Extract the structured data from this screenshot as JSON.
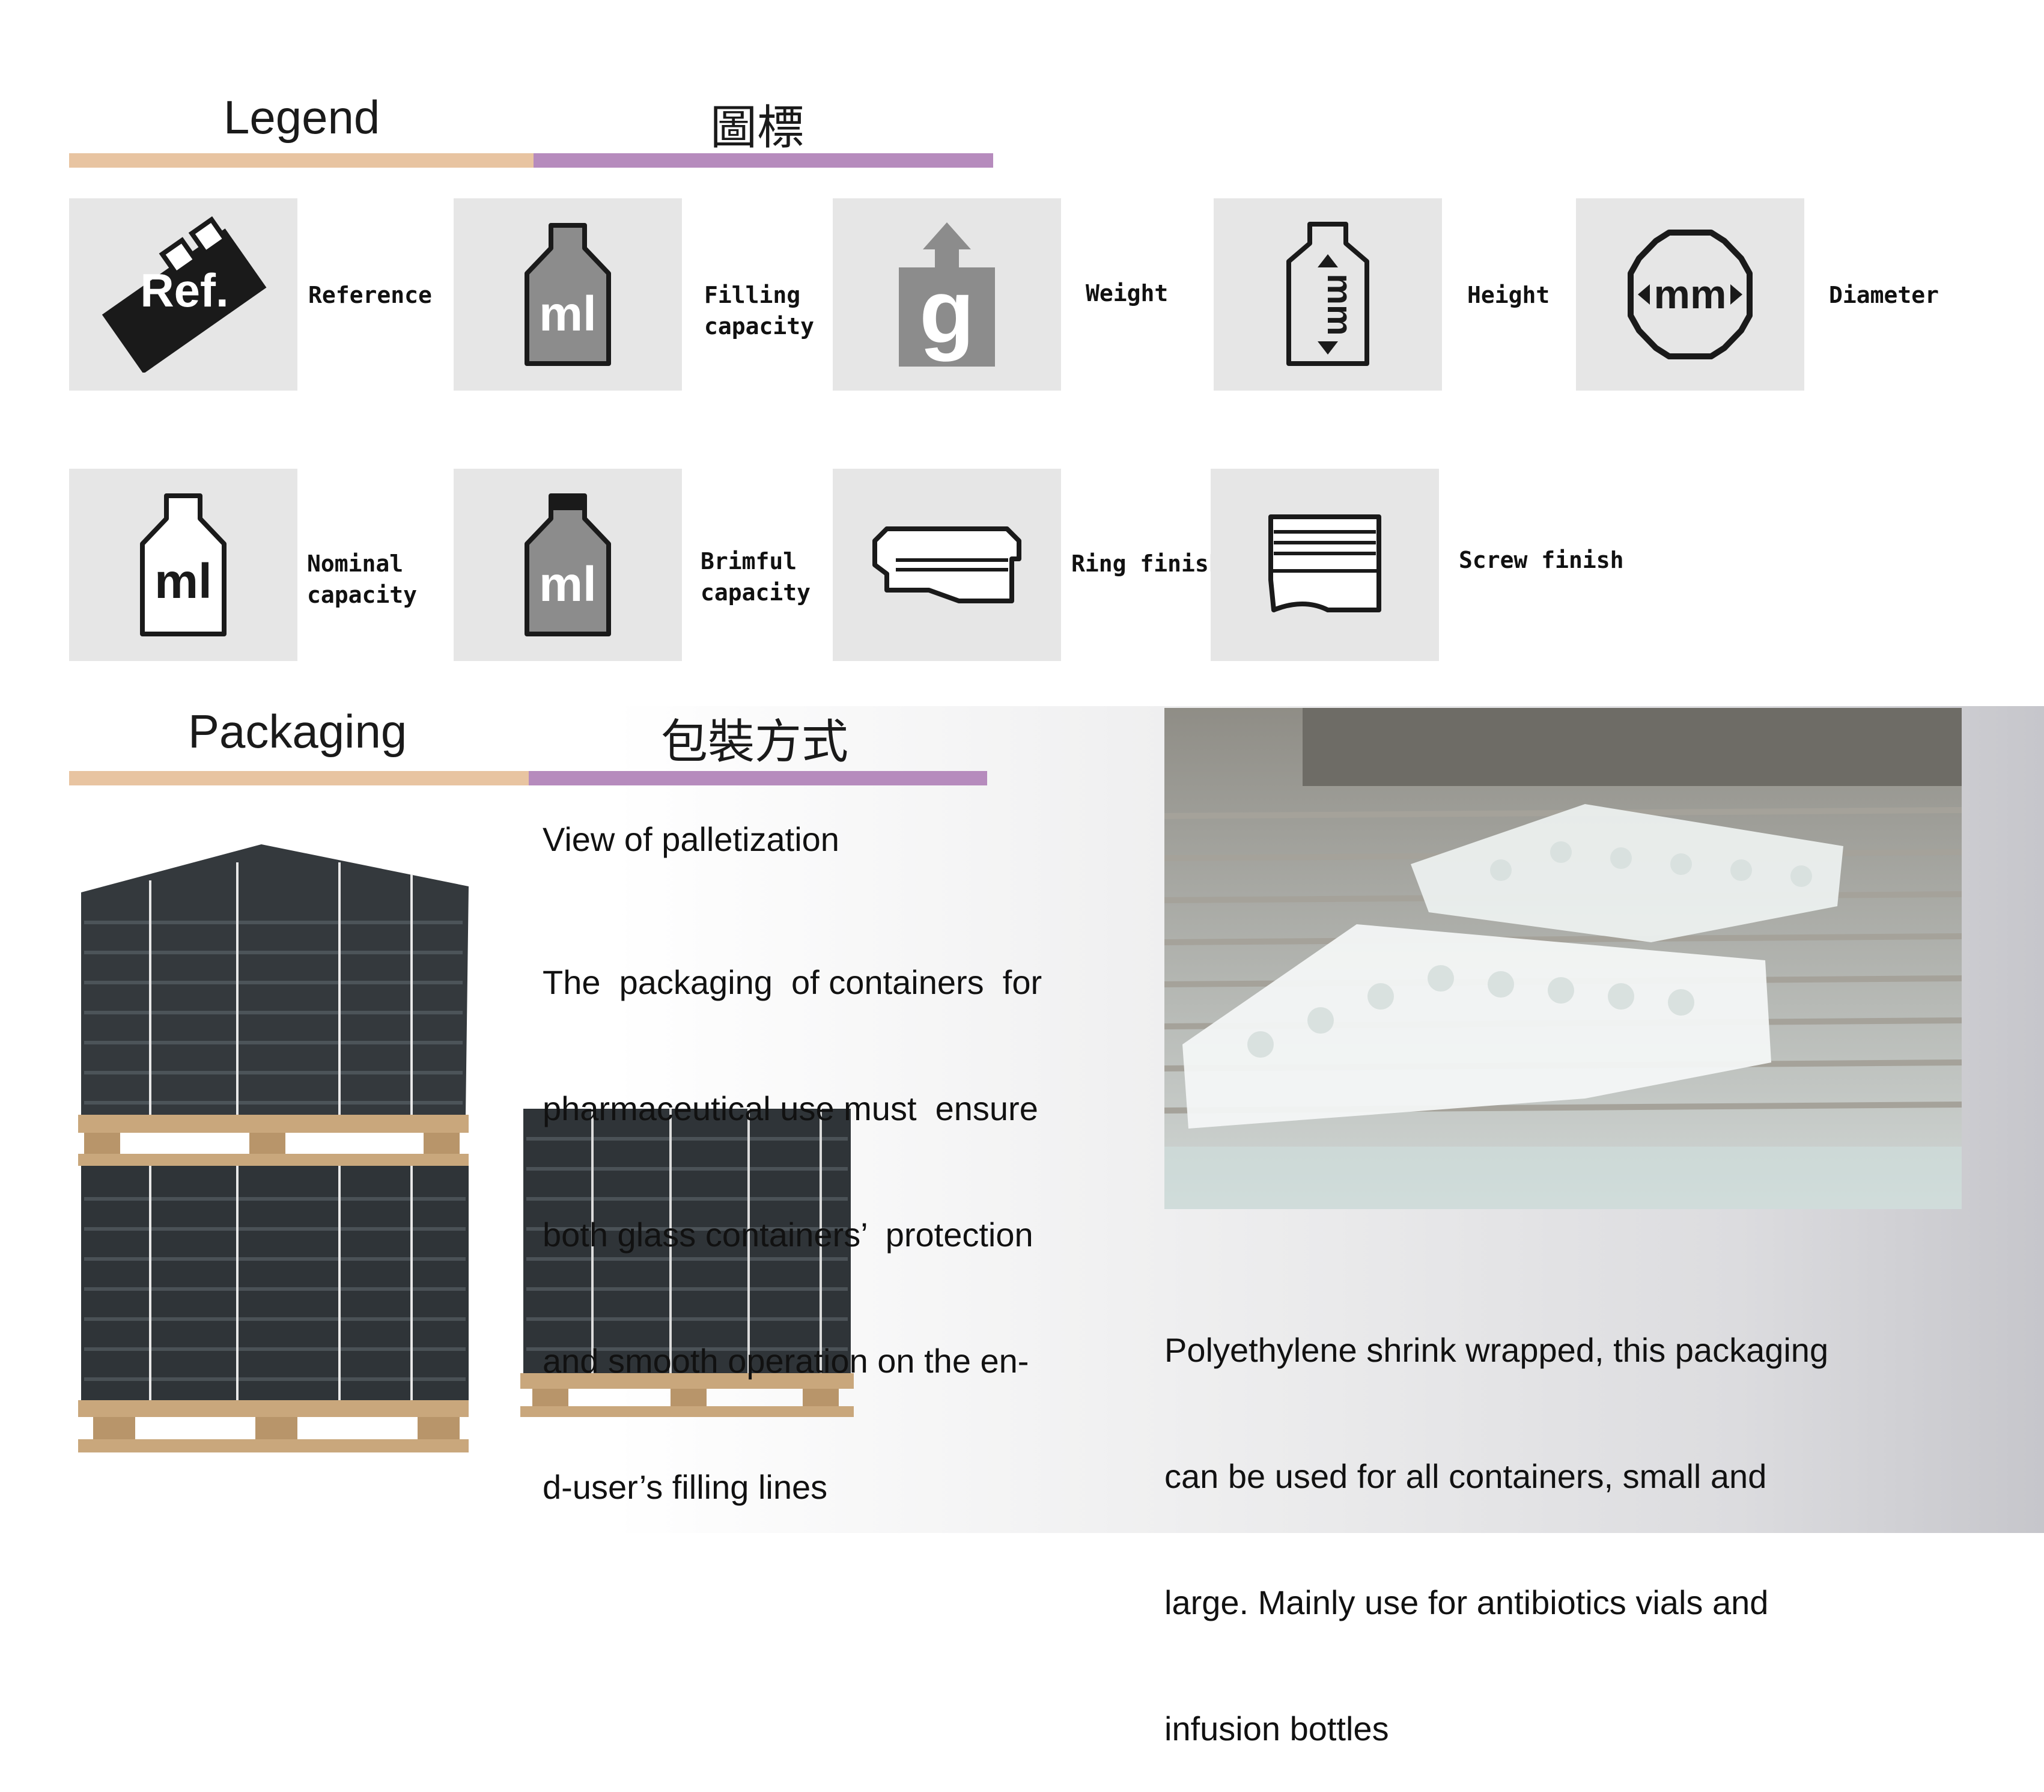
{
  "legend": {
    "title_en": "Legend",
    "title_zh": "圖標",
    "items": [
      {
        "label_lines": [
          "Reference"
        ],
        "icon": "reference-icon",
        "icon_text": "Ref."
      },
      {
        "label_lines": [
          "Filling",
          "capacity"
        ],
        "icon": "filling-capacity-icon",
        "icon_text": "ml"
      },
      {
        "label_lines": [
          "Weight"
        ],
        "icon": "weight-icon",
        "icon_text": "g"
      },
      {
        "label_lines": [
          "Height"
        ],
        "icon": "height-icon"
      },
      {
        "label_lines": [
          "Diameter"
        ],
        "icon": "diameter-icon",
        "icon_text": "mm"
      },
      {
        "label_lines": [
          "Nominal",
          "capacity"
        ],
        "icon": "nominal-capacity-icon",
        "icon_text": "ml"
      },
      {
        "label_lines": [
          "Brimful",
          "capacity"
        ],
        "icon": "brimful-capacity-icon",
        "icon_text": "ml"
      },
      {
        "label_lines": [
          "Ring finish"
        ],
        "icon": "ring-finish-icon"
      },
      {
        "label_lines": [
          "Screw finish"
        ],
        "icon": "screw-finish-icon"
      }
    ]
  },
  "packaging": {
    "title_en": "Packaging",
    "title_zh": "包裝方式",
    "palletization_title": "View of palletization",
    "palletization_lines": [
      "The  packaging  of containers  for",
      "pharmaceutical use must  ensure",
      "both glass containers’  protection",
      "and smooth operation on the en-",
      "d-user’s filling lines"
    ],
    "shrink_lines": [
      "Polyethylene shrink wrapped, this packaging",
      "can be used for all containers, small and",
      "large. Mainly use for antibiotics vials and",
      "infusion bottles"
    ]
  },
  "colors": {
    "bar_left": "#e8c4a1",
    "bar_right": "#b68bbd",
    "icon_bg": "#e6e6e6",
    "icon_gray": "#8c8c8c"
  }
}
